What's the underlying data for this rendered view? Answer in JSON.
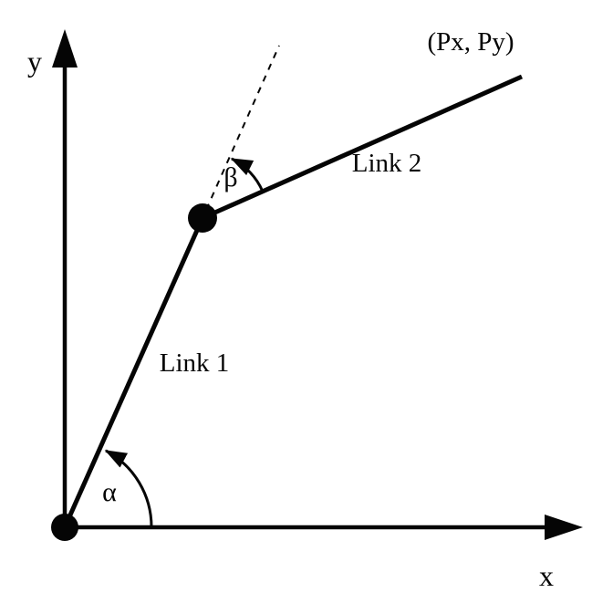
{
  "diagram": {
    "type": "two-link planar arm kinematics diagram",
    "labels": {
      "y_axis": "y",
      "x_axis": "x",
      "endpoint": "(Px, Py)",
      "link1": "Link 1",
      "link2": "Link 2",
      "alpha": "α",
      "beta": "β"
    },
    "colors": {
      "ink": "#050505",
      "background": "#ffffff"
    }
  }
}
